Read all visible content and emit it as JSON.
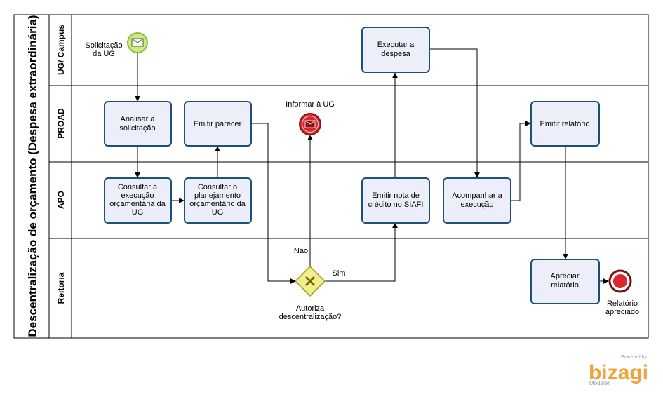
{
  "pool": {
    "title": "Descentralização de orçamento (Despesa extraordinária)"
  },
  "lanes": [
    "UG/ Campus",
    "PROAD",
    "APO",
    "Reitoria"
  ],
  "tasks": {
    "executar": [
      "Executar a",
      "despesa"
    ],
    "analisar": [
      "Analisar a",
      "solicitação"
    ],
    "emitir_parecer": [
      "Emitir parecer"
    ],
    "emitir_relatorio": [
      "Emitir relatório"
    ],
    "consultar_execucao": [
      "Consultar a",
      "execução",
      "orçamentária da",
      "UG"
    ],
    "consultar_planejamento": [
      "Consultar o",
      "planejamento",
      "orçamentário da",
      "UG"
    ],
    "emitir_nota": [
      "Emitir nota de",
      "crédito no SIAFI"
    ],
    "acompanhar": [
      "Acompanhar a",
      "execução"
    ],
    "apreciar": [
      "Apreciar",
      "relatório"
    ]
  },
  "events": {
    "start": [
      "Solicitação",
      "da UG"
    ],
    "inform": [
      "Informar à UG"
    ],
    "end": [
      "Relatório",
      "apreciado"
    ]
  },
  "gateway": {
    "label": [
      "Autoriza",
      "descentralização?"
    ],
    "no": "Não",
    "yes": "Sim"
  },
  "branding": {
    "powered": "Powered by",
    "name": "bizagi",
    "sub": "Modeler"
  },
  "colors": {
    "task_fill": "#eceffa",
    "task_stroke": "#1e4f77",
    "start": "#cbe88a",
    "end": "#d9292f",
    "gateway": "#f2ee8c"
  }
}
